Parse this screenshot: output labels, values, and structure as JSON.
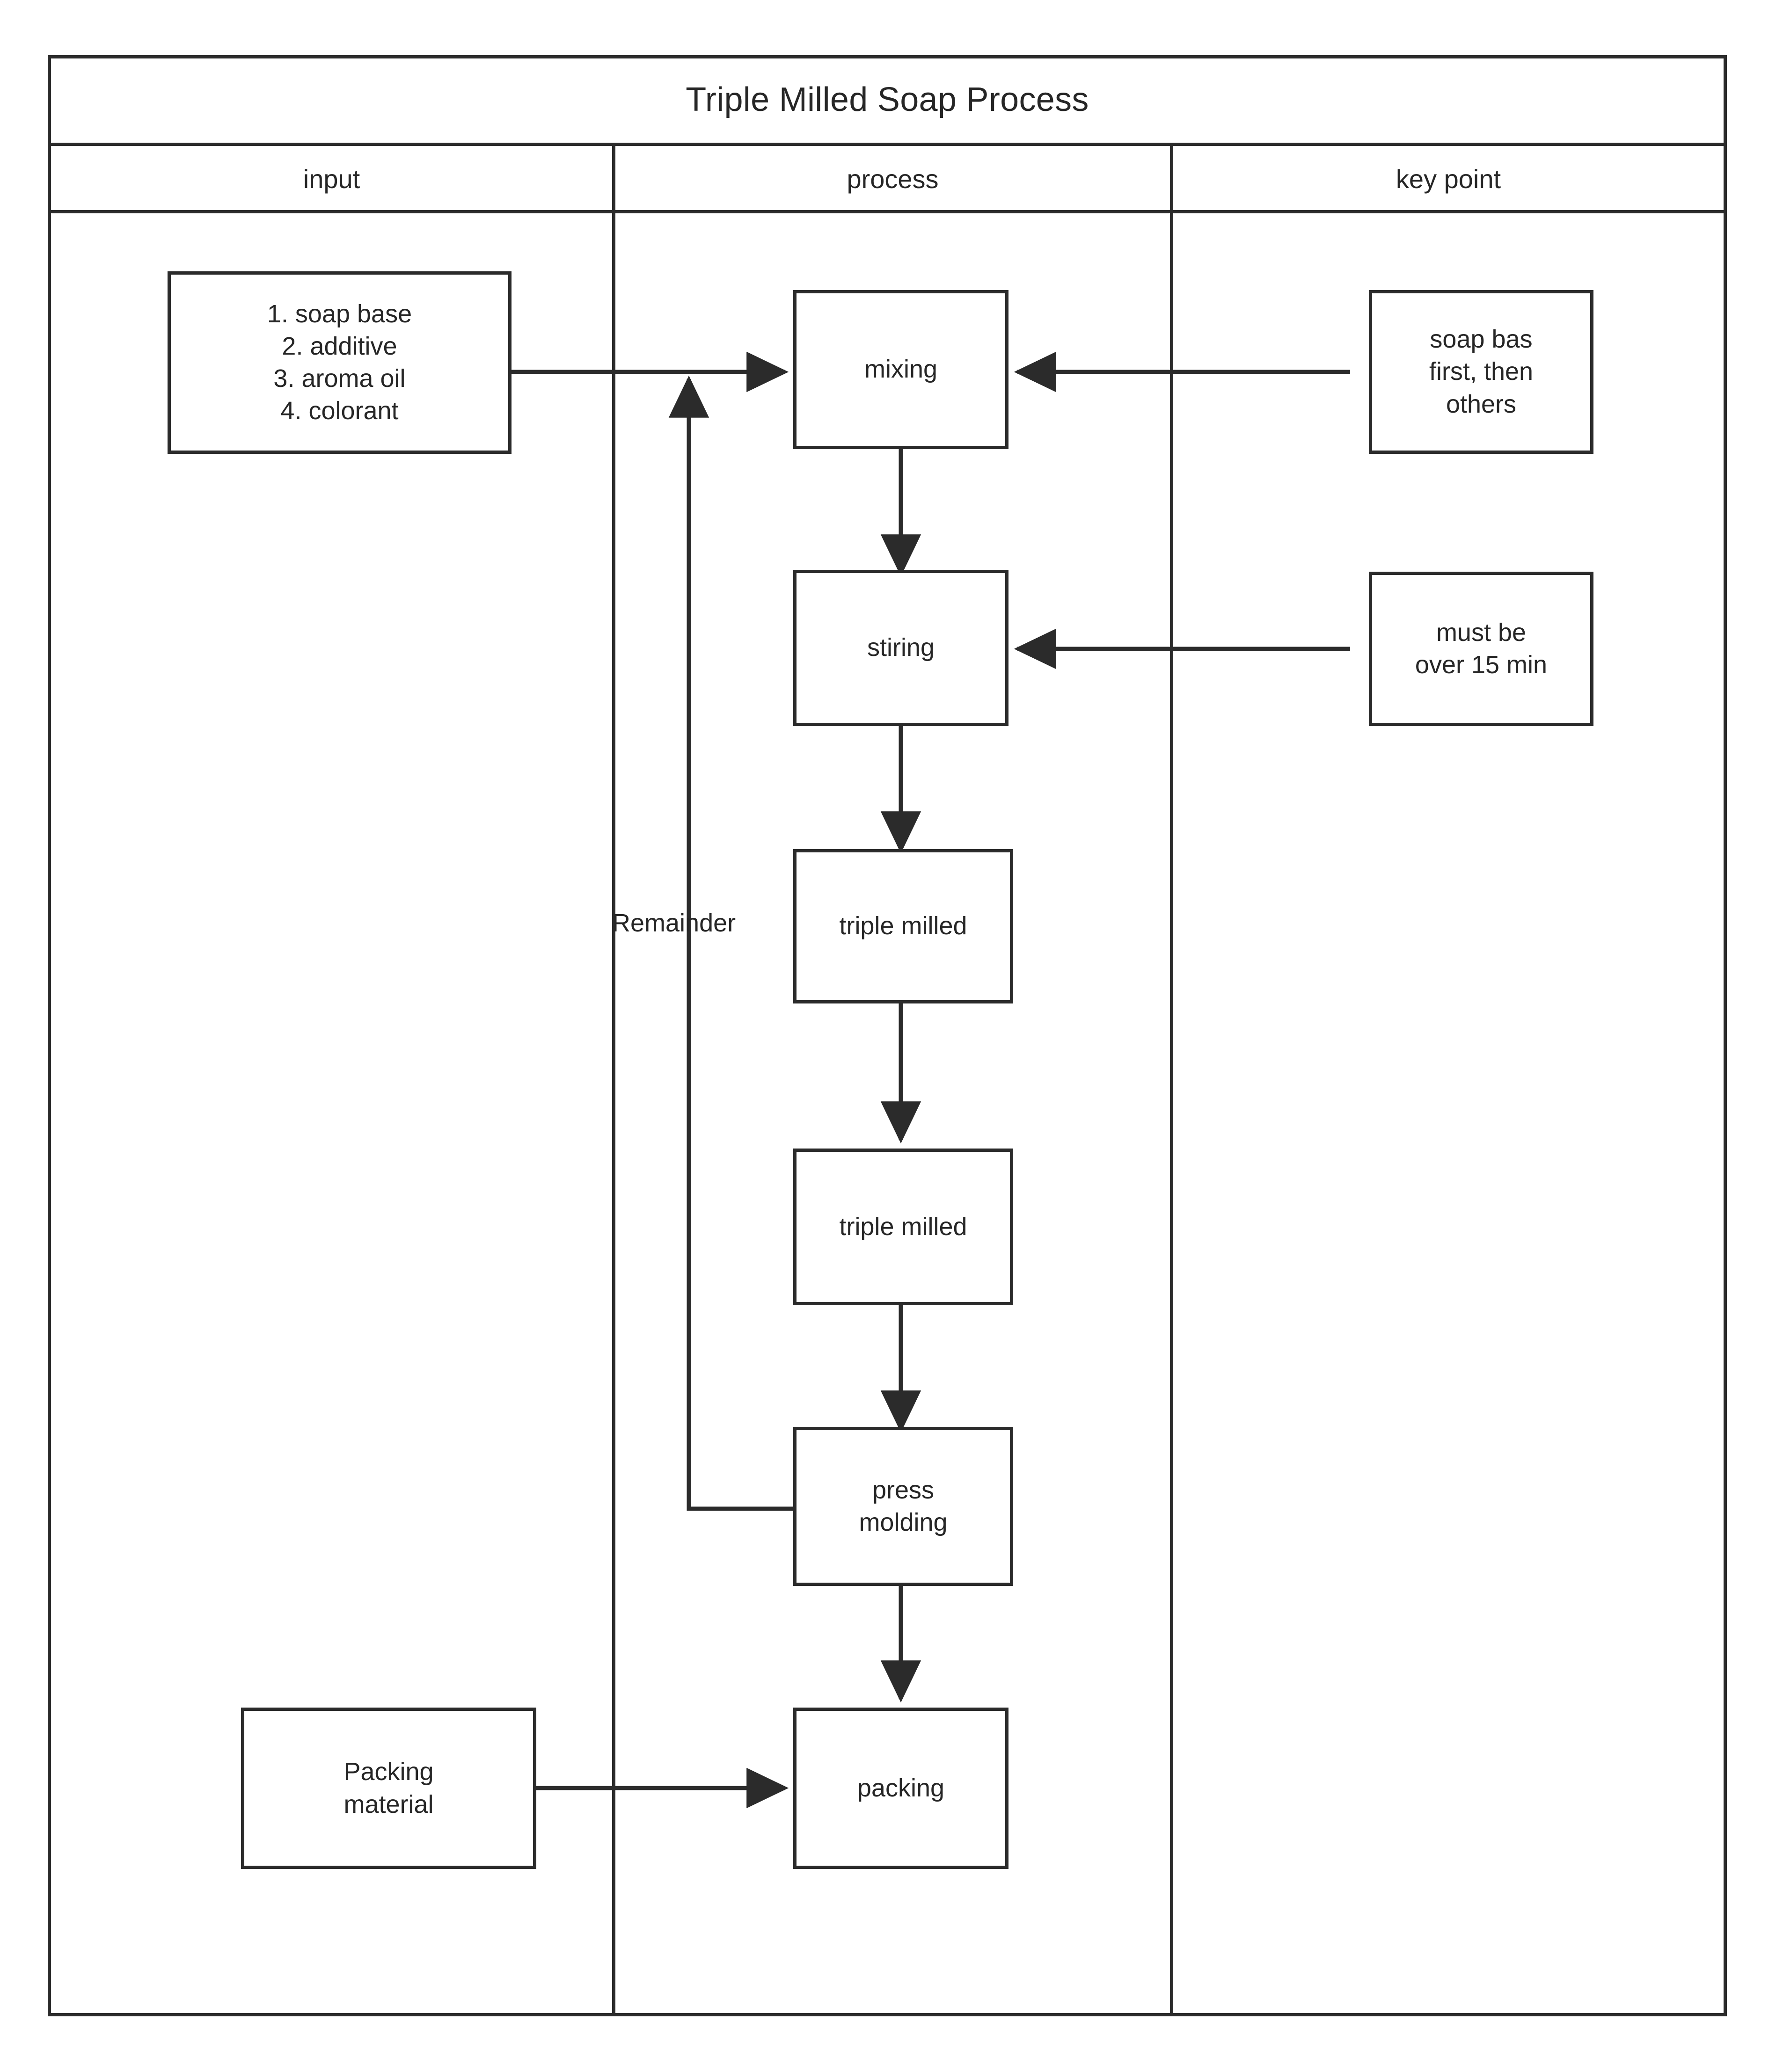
{
  "diagram": {
    "title": "Triple Milled Soap Process",
    "type": "swimlane-flowchart",
    "lanes": [
      {
        "id": "input",
        "label": "input"
      },
      {
        "id": "process",
        "label": "process"
      },
      {
        "id": "key_point",
        "label": "key point"
      }
    ],
    "colors": {
      "stroke": "#2b2b2b",
      "text": "#262626",
      "background": "#ffffff"
    },
    "nodes": [
      {
        "id": "materials",
        "lane": "input",
        "label": "1. soap base\n2. additive\n3. aroma oil\n4. colorant"
      },
      {
        "id": "packing-material",
        "lane": "input",
        "label": "Packing\nmaterial"
      },
      {
        "id": "mixing",
        "lane": "process",
        "label": "mixing"
      },
      {
        "id": "stiring",
        "lane": "process",
        "label": "stiring"
      },
      {
        "id": "triple-milled-1",
        "lane": "process",
        "label": "triple milled"
      },
      {
        "id": "triple-milled-2",
        "lane": "process",
        "label": "triple milled"
      },
      {
        "id": "press-molding",
        "lane": "process",
        "label": "press\nmolding"
      },
      {
        "id": "packing",
        "lane": "process",
        "label": "packing"
      },
      {
        "id": "key-soap-base",
        "lane": "key_point",
        "label": "soap bas\nfirst, then\nothers"
      },
      {
        "id": "key-stir-time",
        "lane": "key_point",
        "label": "must be\nover 15 min"
      }
    ],
    "edges": [
      {
        "from": "materials",
        "to": "mixing",
        "label": "",
        "arrow": true
      },
      {
        "from": "key-soap-base",
        "to": "mixing",
        "label": "",
        "arrow": true
      },
      {
        "from": "mixing",
        "to": "stiring",
        "label": "",
        "arrow": true
      },
      {
        "from": "key-stir-time",
        "to": "stiring",
        "label": "",
        "arrow": true
      },
      {
        "from": "stiring",
        "to": "triple-milled-1",
        "label": "",
        "arrow": true
      },
      {
        "from": "triple-milled-1",
        "to": "triple-milled-2",
        "label": "",
        "arrow": true
      },
      {
        "from": "triple-milled-2",
        "to": "press-molding",
        "label": "",
        "arrow": true
      },
      {
        "from": "press-molding",
        "to": "mixing",
        "label": "Remainder",
        "arrow": true
      },
      {
        "from": "press-molding",
        "to": "packing",
        "label": "",
        "arrow": true
      },
      {
        "from": "packing-material",
        "to": "packing",
        "label": "",
        "arrow": true
      }
    ]
  }
}
